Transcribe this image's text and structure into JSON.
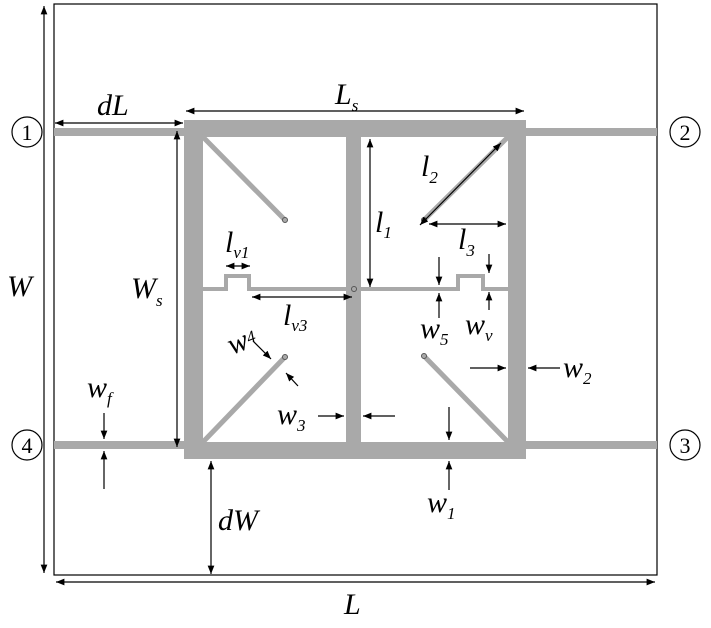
{
  "ports": [
    "1",
    "2",
    "3",
    "4"
  ],
  "labels": {
    "dL": {
      "main": "dL",
      "sub": ""
    },
    "Ls": {
      "main": "L",
      "sub": "s"
    },
    "l1": {
      "main": "l",
      "sub": "1"
    },
    "l2": {
      "main": "l",
      "sub": "2"
    },
    "l3": {
      "main": "l",
      "sub": "3"
    },
    "lv1": {
      "main": "l",
      "sub": "v1"
    },
    "lv3": {
      "main": "l",
      "sub": "v3"
    },
    "W": {
      "main": "W",
      "sub": ""
    },
    "Ws": {
      "main": "W",
      "sub": "s"
    },
    "w1": {
      "main": "w",
      "sub": "1"
    },
    "w2": {
      "main": "w",
      "sub": "2"
    },
    "w3": {
      "main": "w",
      "sub": "3"
    },
    "w4": {
      "main": "w",
      "sub": "4"
    },
    "w5": {
      "main": "w",
      "sub": "5"
    },
    "wv": {
      "main": "w",
      "sub": "v"
    },
    "wf": {
      "main": "w",
      "sub": "f"
    },
    "dW": {
      "main": "dW",
      "sub": ""
    },
    "L": {
      "main": "L",
      "sub": ""
    }
  },
  "colors": {
    "trace": "#a9a9a9",
    "line": "#000000",
    "background": "#ffffff"
  }
}
